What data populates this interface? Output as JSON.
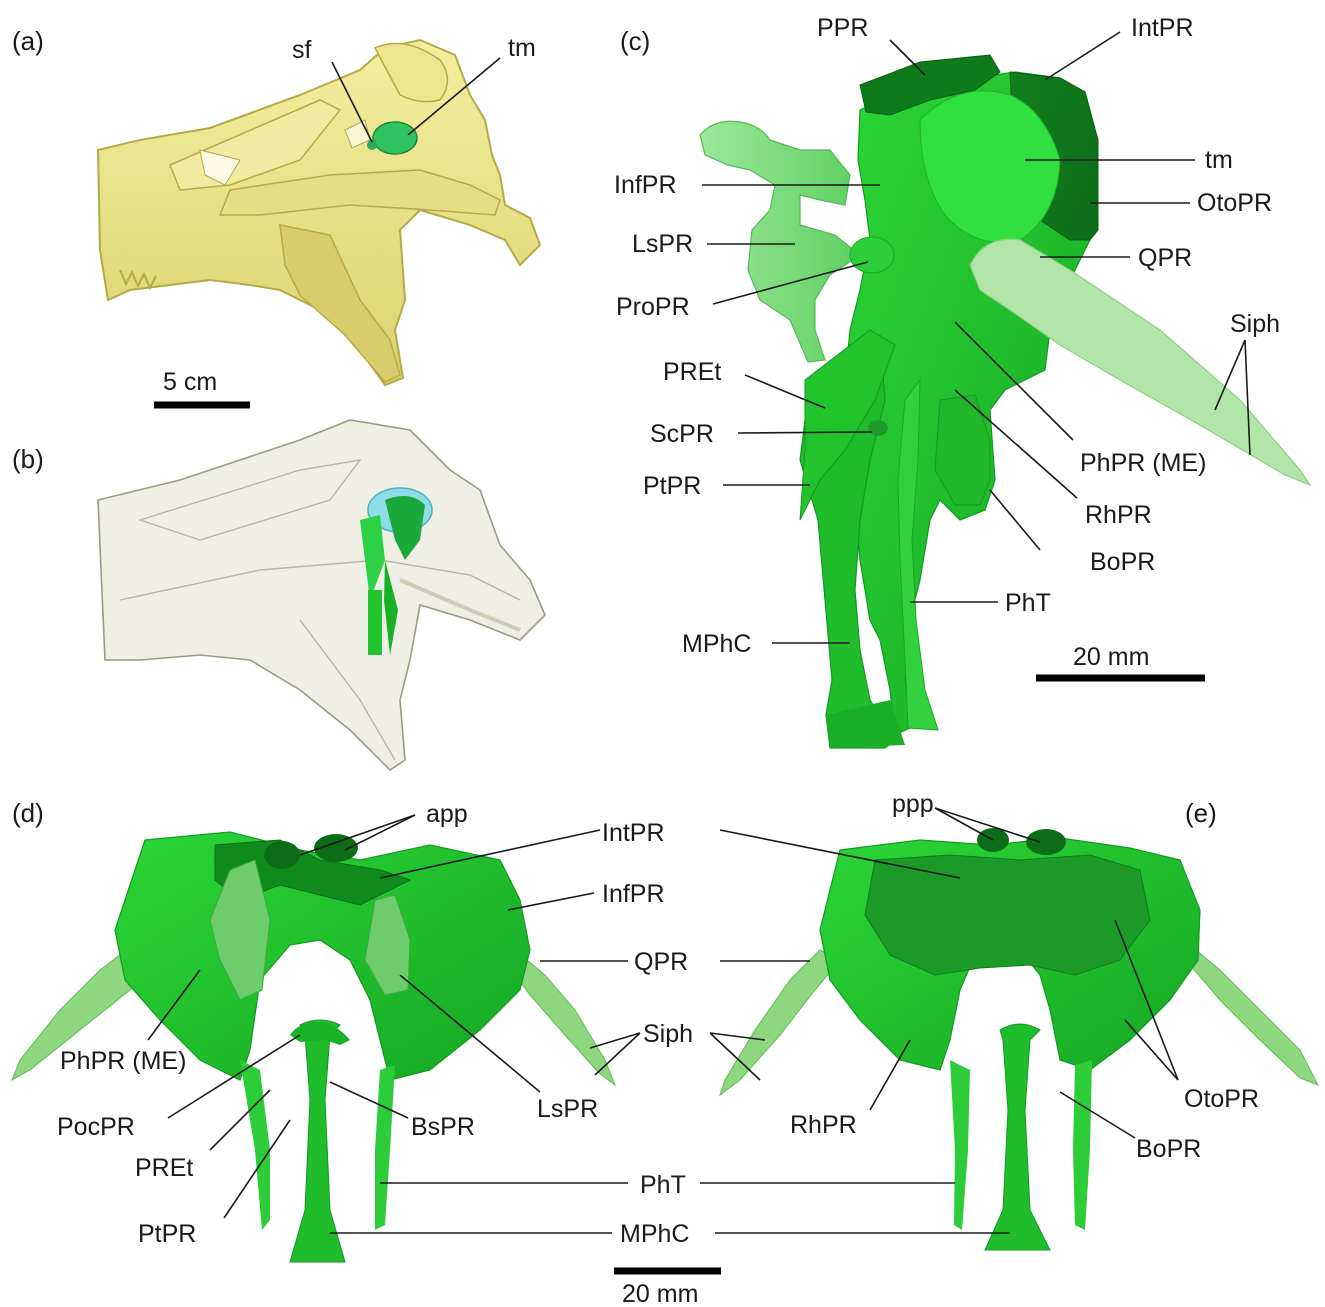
{
  "panels": {
    "a": "(a)",
    "b": "(b)",
    "c": "(c)",
    "d": "(d)",
    "e": "(e)"
  },
  "scale_bars": {
    "a": "5 cm",
    "c": "20 mm",
    "de": "20 mm"
  },
  "labels": {
    "a": {
      "sf": "sf",
      "tm": "tm"
    },
    "c": {
      "PPR": "PPR",
      "IntPR": "IntPR",
      "tm": "tm",
      "InfPR": "InfPR",
      "OtoPR": "OtoPR",
      "LsPR": "LsPR",
      "QPR": "QPR",
      "ProPR": "ProPR",
      "Siph": "Siph",
      "PREt": "PREt",
      "ScPR": "ScPR",
      "PhPR": "PhPR (ME)",
      "PtPR": "PtPR",
      "RhPR": "RhPR",
      "BoPR": "BoPR",
      "PhT": "PhT",
      "MPhC": "MPhC"
    },
    "d": {
      "app": "app",
      "IntPR": "IntPR",
      "InfPR": "InfPR",
      "QPR": "QPR",
      "PhPR": "PhPR (ME)",
      "Siph": "Siph",
      "LsPR": "LsPR",
      "PocPR": "PocPR",
      "BsPR": "BsPR",
      "PREt": "PREt",
      "PhT": "PhT",
      "PtPR": "PtPR",
      "MPhC": "MPhC"
    },
    "e": {
      "ppp": "ppp",
      "RhPR": "RhPR",
      "OtoPR": "OtoPR",
      "BoPR": "BoPR"
    }
  },
  "colors": {
    "bone": "#ebe38a",
    "bone_edge": "#b4aa48",
    "pneumatic_dark": "#0f8a1c",
    "pneumatic": "#22c42e",
    "pneumatic_light": "#8ee08c",
    "siph_pale": "#a9e2a0",
    "tympanic": "#7ed9e6"
  }
}
